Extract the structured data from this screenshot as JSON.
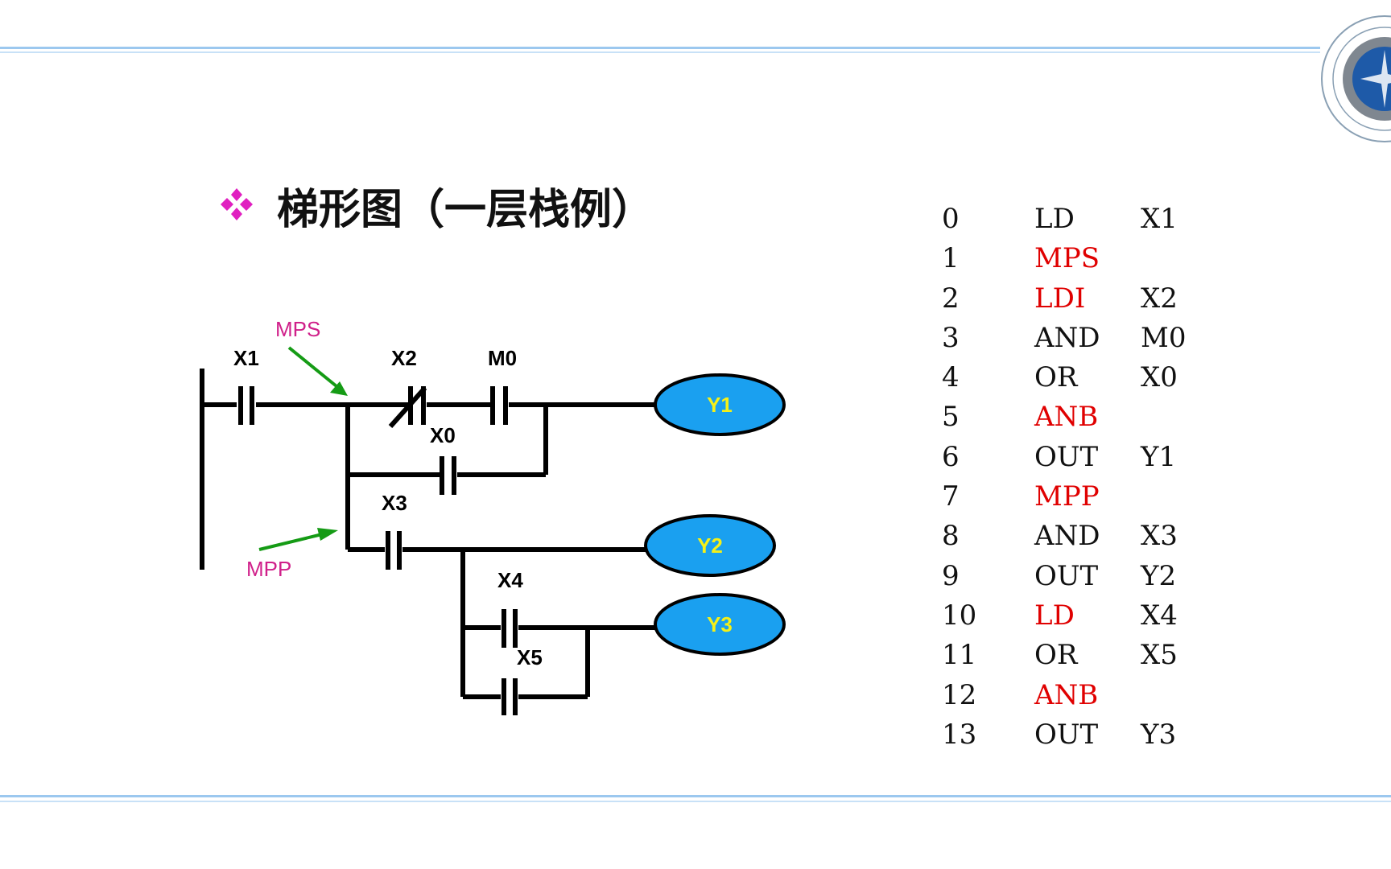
{
  "slide": {
    "title": "梯形图（一层栈例）"
  },
  "colors": {
    "accent_red": "#e00000",
    "bullet_magenta": "#e020c0",
    "coil_fill": "#1aa0f0",
    "coil_text": "#f5f018",
    "arrow_green": "#159b15",
    "annotation": "#d0208a",
    "band": "#9cc8ef"
  },
  "ladder": {
    "contacts": [
      {
        "id": "x1",
        "label": "X1",
        "type": "no"
      },
      {
        "id": "x2",
        "label": "X2",
        "type": "nc"
      },
      {
        "id": "m0",
        "label": "M0",
        "type": "no"
      },
      {
        "id": "x0",
        "label": "X0",
        "type": "no"
      },
      {
        "id": "x3",
        "label": "X3",
        "type": "no"
      },
      {
        "id": "x4",
        "label": "X4",
        "type": "no"
      },
      {
        "id": "x5",
        "label": "X5",
        "type": "no"
      }
    ],
    "coils": [
      {
        "id": "y1",
        "label": "Y1"
      },
      {
        "id": "y2",
        "label": "Y2"
      },
      {
        "id": "y3",
        "label": "Y3"
      }
    ],
    "annotations": {
      "mps": "MPS",
      "mpp": "MPP"
    }
  },
  "instruction_list": [
    {
      "step": "0",
      "op": "LD",
      "arg": "X1",
      "highlight": false
    },
    {
      "step": "1",
      "op": "MPS",
      "arg": "",
      "highlight": true
    },
    {
      "step": "2",
      "op": "LDI",
      "arg": "X2",
      "highlight": true
    },
    {
      "step": "3",
      "op": "AND",
      "arg": "M0",
      "highlight": false
    },
    {
      "step": "4",
      "op": "OR",
      "arg": "X0",
      "highlight": false
    },
    {
      "step": "5",
      "op": "ANB",
      "arg": "",
      "highlight": true
    },
    {
      "step": "6",
      "op": "OUT",
      "arg": "Y1",
      "highlight": false
    },
    {
      "step": "7",
      "op": "MPP",
      "arg": "",
      "highlight": true
    },
    {
      "step": "8",
      "op": "AND",
      "arg": "X3",
      "highlight": false
    },
    {
      "step": "9",
      "op": "OUT",
      "arg": "Y2",
      "highlight": false
    },
    {
      "step": "10",
      "op": "LD",
      "arg": "X4",
      "highlight": true
    },
    {
      "step": "11",
      "op": "OR",
      "arg": "X5",
      "highlight": false
    },
    {
      "step": "12",
      "op": "ANB",
      "arg": "",
      "highlight": true
    },
    {
      "step": "13",
      "op": "OUT",
      "arg": "Y3",
      "highlight": false
    }
  ]
}
